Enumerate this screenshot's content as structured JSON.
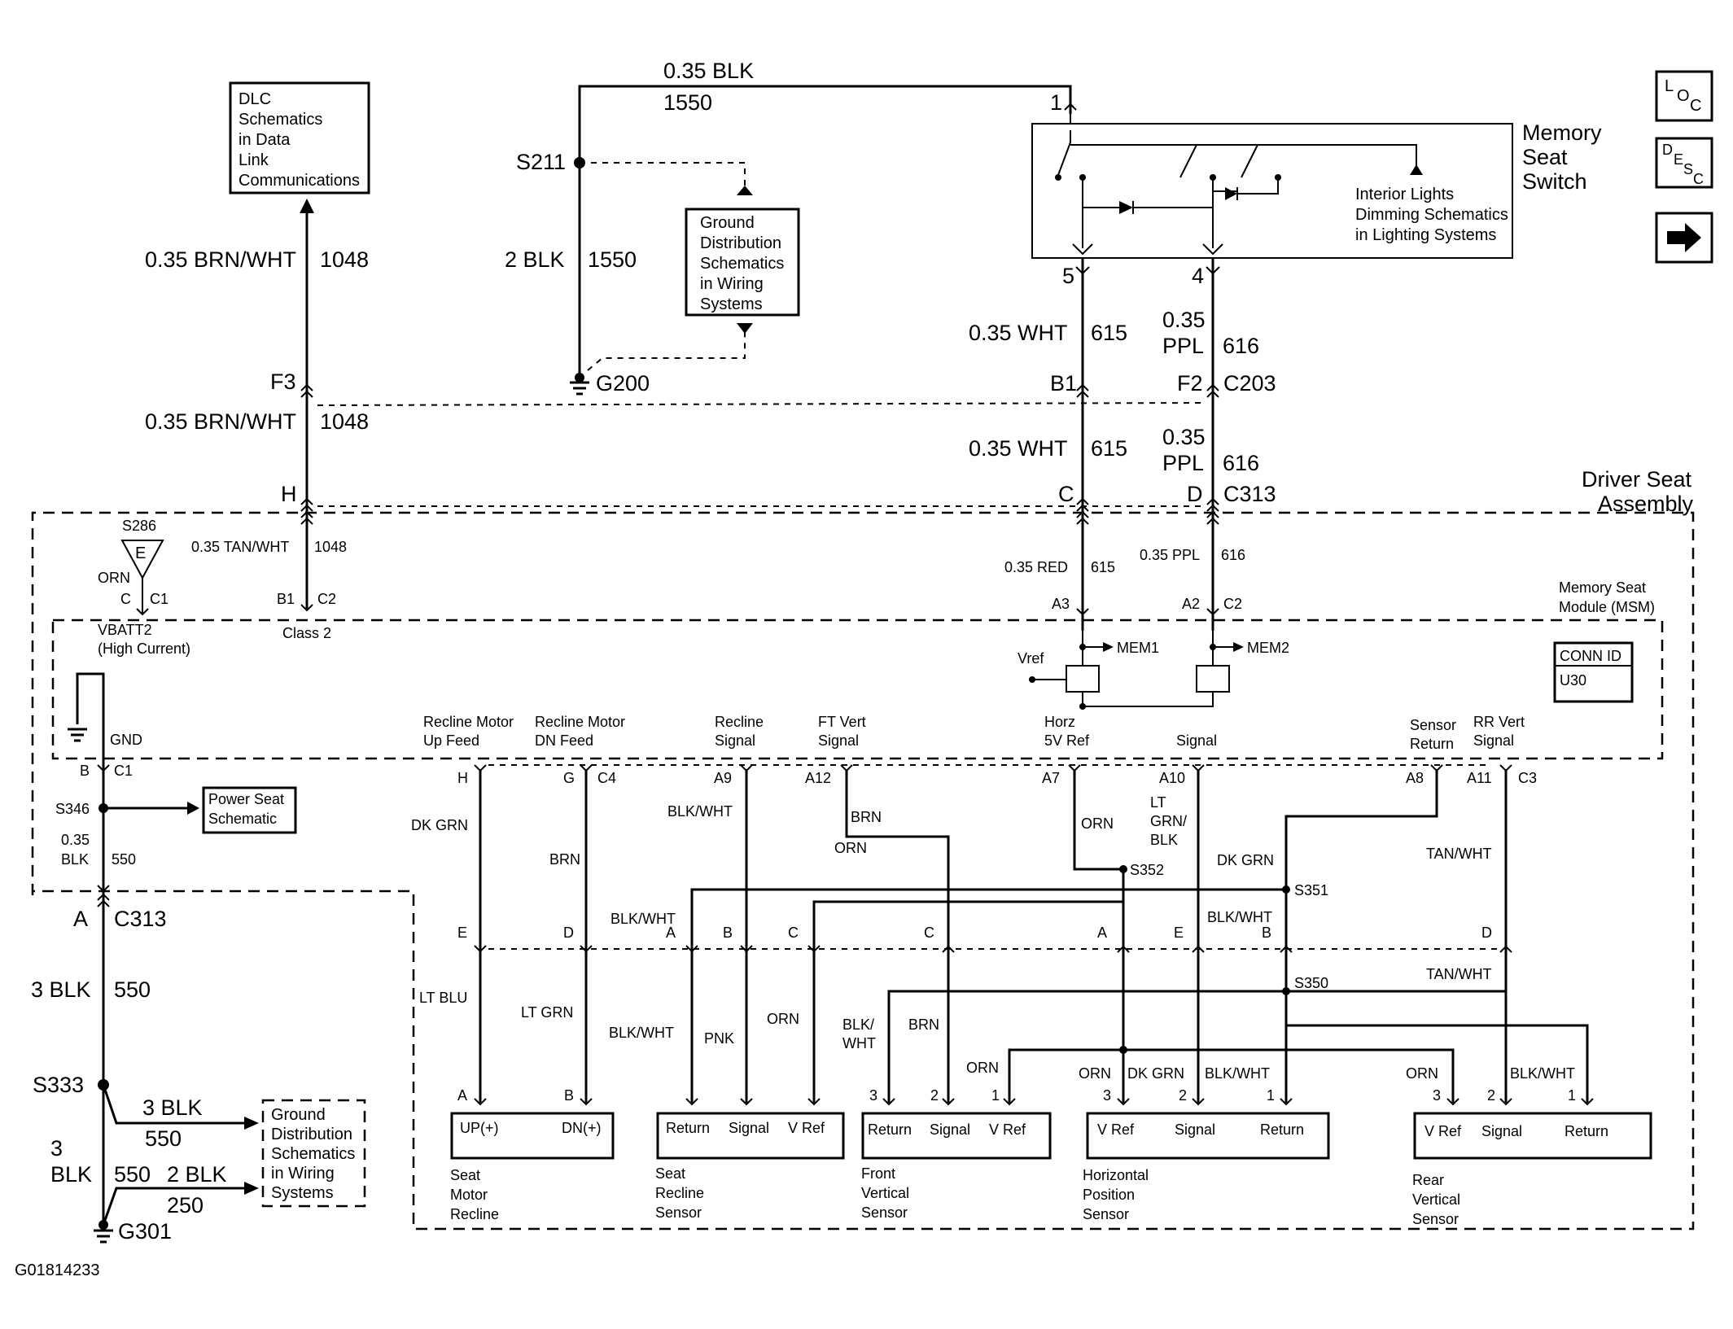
{
  "boxes": {
    "dlc": [
      "DLC",
      "Schematics",
      "in Data",
      "Link",
      "Communications"
    ],
    "ground_dist_top": [
      "Ground",
      "Distribution",
      "Schematics",
      "in Wiring",
      "Systems"
    ],
    "ground_dist_bottom": [
      "Ground",
      "Distribution",
      "Schematics",
      "in Wiring",
      "Systems"
    ],
    "power_seat": [
      "Power Seat",
      "Schematic"
    ],
    "conn_id": [
      "CONN ID",
      "U30"
    ]
  },
  "nav_icons": {
    "loc": "LOC",
    "desc": "DESC",
    "next": "next-arrow-icon"
  },
  "titles": {
    "memory_seat_switch": [
      "Memory",
      "Seat",
      "Switch"
    ],
    "interior_lights": [
      "Interior Lights",
      "Dimming Schematics",
      "in Lighting Systems"
    ],
    "driver_seat_assembly": [
      "Driver Seat",
      "Assembly"
    ],
    "msm": [
      "Memory Seat",
      "Module (MSM)"
    ]
  },
  "top_wires": {
    "blk_035": "0.35 BLK",
    "c1550a": "1550",
    "s211": "S211",
    "blk_2": "2 BLK",
    "c1550b": "1550",
    "g200": "G200",
    "brnwht_1": "0.35 BRN/WHT",
    "c1048a": "1048",
    "f3": "F3",
    "brnwht_2": "0.35 BRN/WHT",
    "c1048b": "1048",
    "h": "H",
    "pin1": "1",
    "pin5": "5",
    "pin4": "4",
    "wht_1": "0.35 WHT",
    "c615a": "615",
    "ppl_1a": "0.35",
    "ppl_1b": "PPL",
    "c616a": "616",
    "b1": "B1",
    "f2": "F2",
    "c203": "C203",
    "wht_2": "0.35 WHT",
    "c615b": "615",
    "ppl_2a": "0.35",
    "ppl_2b": "PPL",
    "c616b": "616",
    "c": "C",
    "d": "D",
    "c313": "C313"
  },
  "assembly": {
    "s286": "S286",
    "e": "E",
    "orn": "ORN",
    "c": "C",
    "c1": "C1",
    "tanwht": "0.35 TAN/WHT",
    "c1048": "1048",
    "b1": "B1",
    "c2": "C2",
    "vbatt2": "VBATT2",
    "high_current": "(High Current)",
    "class2": "Class 2",
    "red": "0.35 RED",
    "c615": "615",
    "ppl": "0.35 PPL",
    "c616": "616",
    "a3": "A3",
    "a2": "A2",
    "c2b": "C2",
    "vref": "Vref",
    "mem1": "MEM1",
    "mem2": "MEM2",
    "gnd": "GND",
    "b": "B",
    "c1b": "C1",
    "s346": "S346",
    "blk_a": "0.35",
    "blk_b": "BLK",
    "c550": "550"
  },
  "module_labels": {
    "recline_up": [
      "Recline Motor",
      "Up Feed"
    ],
    "recline_dn": [
      "Recline Motor",
      "DN Feed"
    ],
    "recline_signal": [
      "Recline",
      "Signal"
    ],
    "ft_vert": [
      "FT Vert",
      "Signal"
    ],
    "horz": [
      "Horz",
      "5V Ref"
    ],
    "signal": "Signal",
    "sensor_return": [
      "Sensor",
      "Return"
    ],
    "rr_vert": [
      "RR Vert",
      "Signal"
    ]
  },
  "pins": {
    "h": "H",
    "g": "G",
    "c4": "C4",
    "a9": "A9",
    "a12": "A12",
    "a7": "A7",
    "a10": "A10",
    "a8": "A8",
    "a11": "A11",
    "c3": "C3"
  },
  "wires": {
    "dkgrn1": "DK GRN",
    "brn1": "BRN",
    "blkwht1": "BLK/WHT",
    "brn2": "BRN",
    "orn1": "ORN",
    "orn2": "ORN",
    "ltgrnblk": [
      "LT",
      "GRN/",
      "BLK"
    ],
    "dkgrn2": "DK GRN",
    "tanwht1": "TAN/WHT",
    "s352": "S352",
    "s351": "S351",
    "blkwht2": "BLK/WHT",
    "blkwht3": "BLK/WHT",
    "s350": "S350",
    "tanwht2": "TAN/WHT",
    "ltblu": "LT BLU",
    "ltgrn": "LT GRN",
    "blkwht4": "BLK/WHT",
    "pnk": "PNK",
    "orn3": "ORN",
    "blkwht5": [
      "BLK/",
      "WHT"
    ],
    "brn3": "BRN",
    "orn4": "ORN",
    "orn5": "ORN",
    "dkgrn3": "DK GRN",
    "blkwht6": "BLK/WHT",
    "orn6": "ORN",
    "blkwht7": "BLK/WHT"
  },
  "mid_pins": {
    "e": "E",
    "d": "D",
    "a": "A",
    "b": "B",
    "c": "C",
    "c2": "C",
    "a2": "A",
    "e2": "E",
    "b2": "B",
    "d2": "D"
  },
  "sensors": {
    "seat_motor": {
      "pins": [
        "A",
        "B"
      ],
      "terms": [
        "UP(+)",
        "DN(+)"
      ],
      "name": [
        "Seat",
        "Motor",
        "Recline"
      ]
    },
    "seat_recline": {
      "terms": [
        "Return",
        "Signal",
        "V Ref"
      ],
      "name": [
        "Seat",
        "Recline",
        "Sensor"
      ]
    },
    "front_vertical": {
      "pins": [
        "3",
        "2",
        "1"
      ],
      "terms": [
        "Return",
        "Signal",
        "V Ref"
      ],
      "name": [
        "Front",
        "Vertical",
        "Sensor"
      ]
    },
    "horizontal": {
      "pins": [
        "3",
        "2",
        "1"
      ],
      "terms": [
        "V Ref",
        "Signal",
        "Return"
      ],
      "name": [
        "Horizontal",
        "Position",
        "Sensor"
      ]
    },
    "rear_vertical": {
      "pins": [
        "3",
        "2",
        "1"
      ],
      "terms": [
        "V Ref",
        "Signal",
        "Return"
      ],
      "name": [
        "Rear",
        "Vertical",
        "Sensor"
      ]
    }
  },
  "bottom_left": {
    "a": "A",
    "c313": "C313",
    "blk3": "3 BLK",
    "c550a": "550",
    "s333": "S333",
    "blk3b": "3 BLK",
    "c550b": "550",
    "n3": "3",
    "blk": "BLK",
    "c550c": "550",
    "blk2": "2 BLK",
    "c250": "250",
    "g301": "G301"
  },
  "footer_id": "G01814233"
}
